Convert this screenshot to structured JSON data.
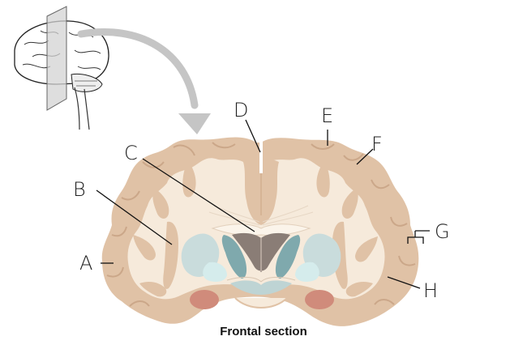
{
  "caption": "Frontal section",
  "labels": {
    "a": "A",
    "b": "B",
    "c": "C",
    "d": "D",
    "e": "E",
    "f": "F",
    "g": "G",
    "h": "H"
  },
  "colors": {
    "gray_matter": "#e0c2a6",
    "white_matter": "#f6eadb",
    "ventricle": "#7d6f6a",
    "caudate_putamen": "#c9dcdc",
    "globus_pallidus": "#a7c7c9",
    "thalamus_teal": "#7fa9ad",
    "amygdala": "#d08b7b",
    "arrow": "#c5c5c5"
  }
}
